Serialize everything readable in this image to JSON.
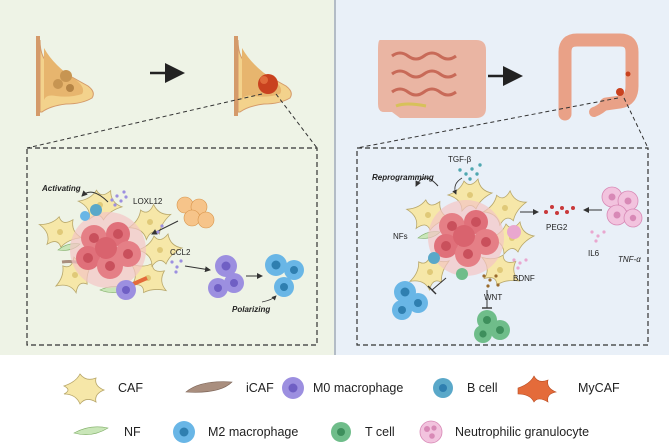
{
  "colors": {
    "left_panel_bg": "#eef3e6",
    "right_panel_bg": "#e9f0f8",
    "panel_divider": "#9aa5b4",
    "caf": "#f6e7a8",
    "icaf": "#a98e7e",
    "m0_macrophage": "#9c8fe0",
    "b_cell": "#5aa8c9",
    "mycaf": "#e46b3a",
    "nf": "#c9e6b8",
    "m2_macrophage": "#69b6e6",
    "t_cell": "#6fbd8a",
    "neutrophil": "#e9a7cf",
    "tumor": "#e57f86"
  },
  "left": {
    "activating": "Activating",
    "loxl12": "LOXL12",
    "ccl2": "CCL2",
    "polarizing": "Polarizing"
  },
  "right": {
    "reprogramming": "Reprogramming",
    "tgf": "TGF-β",
    "nfs": "NFs",
    "peg2": "PEG2",
    "il6": "IL6",
    "tnf": "TNF-α",
    "bdnf": "BDNF",
    "wnt": "WNT"
  },
  "legend": [
    {
      "icon": "caf-icon",
      "label": "CAF"
    },
    {
      "icon": "icaf-icon",
      "label": "iCAF"
    },
    {
      "icon": "m0-macrophage-icon",
      "label": "M0 macrophage"
    },
    {
      "icon": "b-cell-icon",
      "label": "B cell"
    },
    {
      "icon": "mycaf-icon",
      "label": "MyCAF"
    },
    {
      "icon": "nf-icon",
      "label": "NF"
    },
    {
      "icon": "m2-macrophage-icon",
      "label": "M2 macrophage"
    },
    {
      "icon": "t-cell-icon",
      "label": "T cell"
    },
    {
      "icon": "neutrophil-icon",
      "label": "Neutrophilic granulocyte"
    }
  ]
}
